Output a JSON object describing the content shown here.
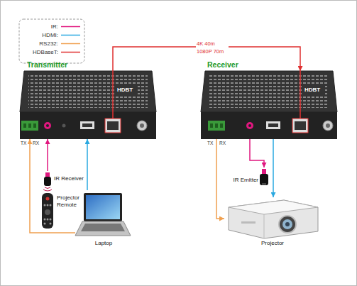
{
  "diagram": {
    "nodes": [
      {
        "text": [
          "Transmitter"
        ]
      },
      {
        "text": [
          "Receiver"
        ]
      },
      {
        "text": [
          "IR Receiver"
        ]
      },
      {
        "text": [
          "Projector Remote"
        ]
      },
      {
        "text": [
          "Laptop"
        ]
      },
      {
        "text": [
          "IR Emitter"
        ]
      },
      {
        "text": [
          "Projector"
        ]
      }
    ],
    "edges": [
      {
        "from": 0,
        "to": 1,
        "label": "4K 40m 1080P 70m",
        "arrow": "to"
      },
      {
        "from": 2,
        "to": 0,
        "arrow": "to"
      },
      {
        "from": 4,
        "to": 0,
        "arrow": "to"
      },
      {
        "from": 4,
        "to": 0,
        "arrow": "to"
      },
      {
        "from": 1,
        "to": 5,
        "arrow": "to"
      },
      {
        "from": 1,
        "to": 6,
        "arrow": "to"
      },
      {
        "from": 1,
        "to": 6,
        "arrow": "to"
      }
    ],
    "labels": [
      "HDBT",
      "TX",
      "RX",
      "HDBT",
      "TX",
      "RX"
    ],
    "legend": [
      {
        "text": "IR:"
      },
      {
        "text": "HDMI:"
      },
      {
        "text": "RS232:"
      },
      {
        "text": "HDBaseT:"
      }
    ]
  }
}
